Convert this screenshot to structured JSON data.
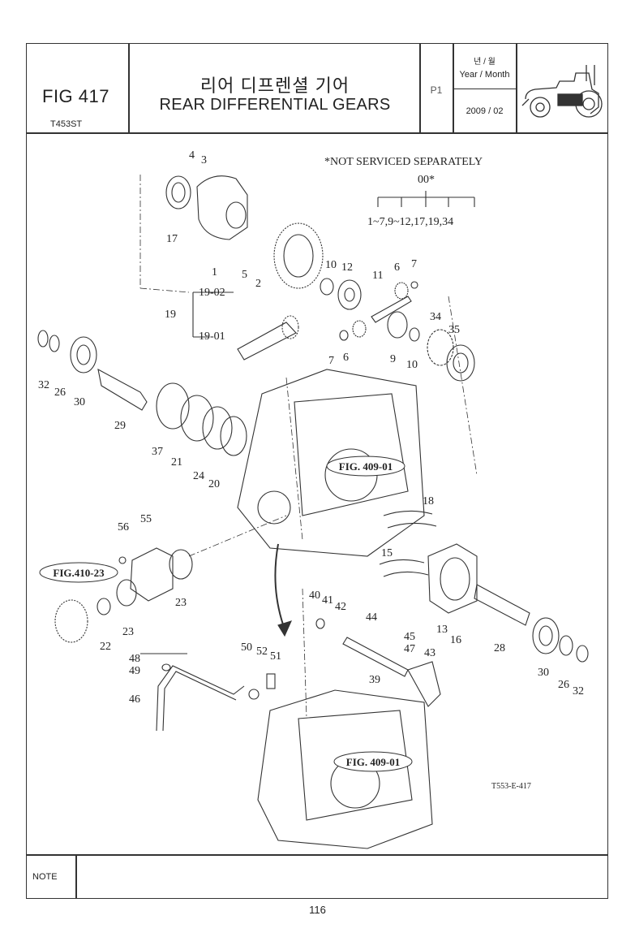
{
  "header": {
    "fig_number": "FIG 417",
    "model": "T453ST",
    "title_korean": "리어 디프렌셜 기어",
    "title_english": "REAR DIFFERENTIAL GEARS",
    "page_code": "P1",
    "year_month_korean": "년 / 월",
    "year_month_label": "Year / Month",
    "year_month_value": "2009 / 02"
  },
  "drawing": {
    "not_serviced_note": "*NOT SERVICED SEPARATELY",
    "not_serviced_code": "00*",
    "not_serviced_items": "1~7,9~12,17,19,34",
    "fig_refs": [
      "FIG. 409-01",
      "FIG.410-23",
      "FIG. 409-01"
    ],
    "drawing_code": "T553-E-417",
    "callouts": [
      "4",
      "3",
      "17",
      "1",
      "5",
      "2",
      "19-02",
      "19",
      "19-01",
      "10",
      "12",
      "11",
      "6",
      "7",
      "34",
      "35",
      "7",
      "6",
      "9",
      "10",
      "32",
      "26",
      "30",
      "29",
      "37",
      "21",
      "24",
      "20",
      "18",
      "56",
      "55",
      "15",
      "23",
      "23",
      "22",
      "40",
      "41",
      "42",
      "44",
      "45",
      "47",
      "43",
      "13",
      "16",
      "28",
      "30",
      "26",
      "32",
      "48",
      "49",
      "50",
      "52",
      "51",
      "46",
      "39"
    ]
  },
  "footer": {
    "note_label": "NOTE",
    "page_number": "116"
  }
}
